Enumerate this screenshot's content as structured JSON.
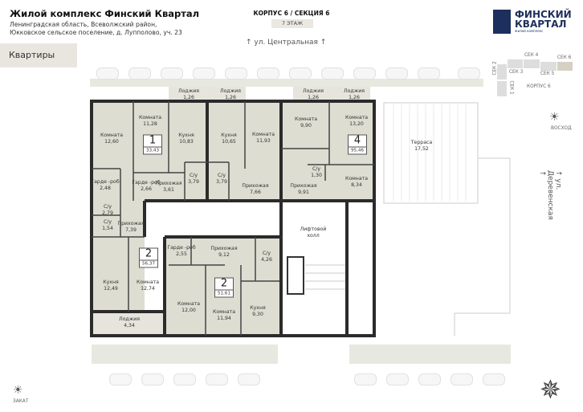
{
  "header": {
    "title": "Жилой комплекс Финский Квартал",
    "address_line1": "Ленинградская область, Всеволжский район,",
    "address_line2": "Юкковское сельское поселение, д. Лупполово, уч. 23",
    "korpus_section": "КОРПУС 6 / СЕКЦИЯ 6",
    "floor": "7 ЭТАЖ"
  },
  "tab_label": "Квартиры",
  "streets": {
    "top": "ул. Центральная",
    "right": "ул. Деревенская"
  },
  "logo": {
    "line1": "ФИНСКИЙ",
    "line2": "КВАРТАЛ",
    "tagline": "жилой комплекс"
  },
  "minimap": {
    "sections": [
      "СЕК 2",
      "СЕК 1",
      "СЕК 3",
      "СЕК 4",
      "СЕК 5",
      "СЕК 6"
    ],
    "korpus": "КОРПУС 6",
    "active": "СЕК 6"
  },
  "compass": {
    "sunrise": "ВОСХОД",
    "sunset": "ЗАКАТ"
  },
  "apartments": [
    {
      "rooms": "1",
      "area": "33,43"
    },
    {
      "rooms": "4",
      "area": "95,46"
    },
    {
      "rooms": "2",
      "area": "56,37"
    },
    {
      "rooms": "2",
      "area": "51,61"
    }
  ],
  "rooms": [
    {
      "name": "Лоджия",
      "area": "1,26"
    },
    {
      "name": "Лоджия",
      "area": "1,26"
    },
    {
      "name": "Лоджия",
      "area": "1,26"
    },
    {
      "name": "Лоджия",
      "area": "1,26"
    },
    {
      "name": "Комната",
      "area": "12,60"
    },
    {
      "name": "Комната",
      "area": "11,28"
    },
    {
      "name": "Кухня",
      "area": "10,83"
    },
    {
      "name": "Кухня",
      "area": "10,65"
    },
    {
      "name": "Комната",
      "area": "11,93"
    },
    {
      "name": "Комната",
      "area": "9,90"
    },
    {
      "name": "Комната",
      "area": "13,20"
    },
    {
      "name": "Гарде -роб",
      "area": "2,48"
    },
    {
      "name": "Гарде -роб",
      "area": "2,66"
    },
    {
      "name": "Прихожая",
      "area": "3,61"
    },
    {
      "name": "С/у",
      "area": "3,79"
    },
    {
      "name": "С/у",
      "area": "3,79"
    },
    {
      "name": "Прихожая",
      "area": "7,66"
    },
    {
      "name": "Прихожая",
      "area": "9,91"
    },
    {
      "name": "С/у",
      "area": "1,30"
    },
    {
      "name": "Комната",
      "area": "8,34"
    },
    {
      "name": "С/у",
      "area": "2,79"
    },
    {
      "name": "С/у",
      "area": "1,54"
    },
    {
      "name": "Прихожая",
      "area": "7,39"
    },
    {
      "name": "Гарде -роб",
      "area": "2,55"
    },
    {
      "name": "Прихожая",
      "area": "9,12"
    },
    {
      "name": "С/у",
      "area": "4,26"
    },
    {
      "name": "Кухня",
      "area": "12,49"
    },
    {
      "name": "Комната",
      "area": "12,74"
    },
    {
      "name": "Комната",
      "area": "12,00"
    },
    {
      "name": "Комната",
      "area": "11,94"
    },
    {
      "name": "Кухня",
      "area": "9,30"
    },
    {
      "name": "Лоджия",
      "area": "4,34"
    },
    {
      "name": "Лифтовой холл",
      "area": ""
    },
    {
      "name": "Терраса",
      "area": "17,52"
    }
  ]
}
